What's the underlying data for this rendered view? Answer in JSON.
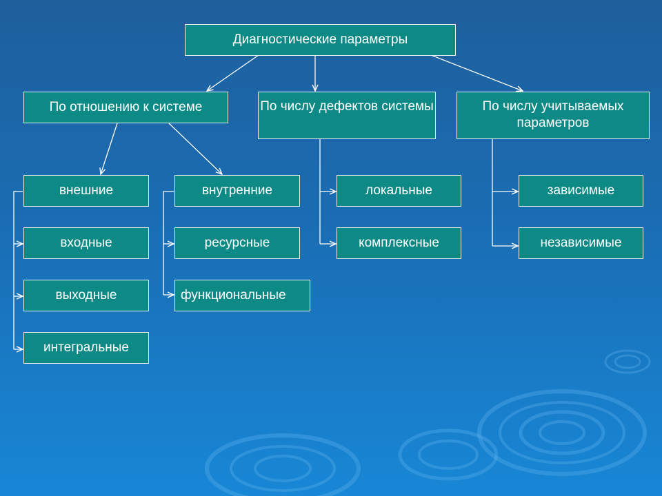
{
  "root": {
    "label": "Диагностические параметры"
  },
  "categories": [
    {
      "label": "По отношению к системе"
    },
    {
      "label": "По числу дефектов системы"
    },
    {
      "label": "По числу учитываемых параметров"
    }
  ],
  "system_relation": {
    "external": {
      "label": "внешние",
      "children": [
        "входные",
        "выходные",
        "интегральные"
      ]
    },
    "internal": {
      "label": "внутренние",
      "children": [
        "ресурсные",
        "функциональные"
      ]
    }
  },
  "defects": {
    "children": [
      "локальные",
      "комплексные"
    ]
  },
  "params": {
    "children": [
      "зависимые",
      "независимые"
    ]
  }
}
